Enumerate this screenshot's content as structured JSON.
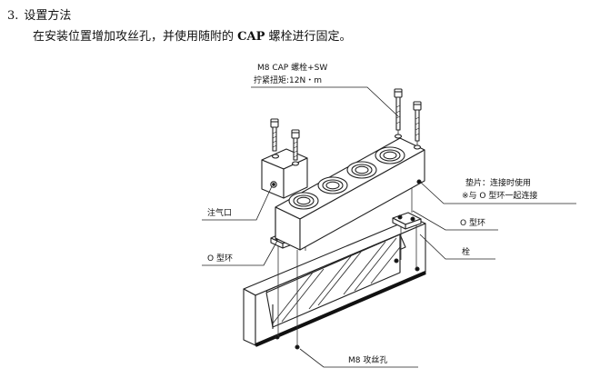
{
  "section": {
    "number": "3.",
    "title": "设置方法"
  },
  "intro": {
    "before": "在安装位置增加攻丝孔，并使用随附的",
    "highlight": "CAP",
    "after": "螺栓进行固定。"
  },
  "labels": {
    "bolt_spec": "M8 CAP 螺栓+SW",
    "torque": "拧紧扭矩:12N・m",
    "gasket_line1": "垫片：连接时使用",
    "gasket_line2": "※与 O 型环一起连接",
    "inlet": "注气口",
    "oring_right": "O 型环",
    "oring_left": "O 型环",
    "pin": "栓",
    "tap_hole": "M8 攻丝孔"
  }
}
